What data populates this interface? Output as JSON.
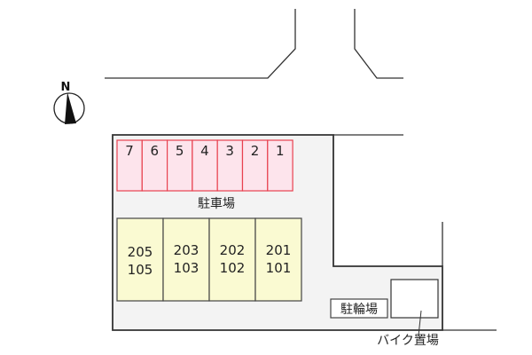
{
  "compass": {
    "label": "N"
  },
  "parking": {
    "label": "駐車場",
    "spaces": [
      "7",
      "6",
      "5",
      "4",
      "3",
      "2",
      "1"
    ],
    "color": "#fde4ec",
    "border": "#e8414f"
  },
  "buildings": {
    "units": [
      {
        "upper": "205",
        "lower": "105"
      },
      {
        "upper": "203",
        "lower": "103"
      },
      {
        "upper": "202",
        "lower": "102"
      },
      {
        "upper": "201",
        "lower": "101"
      }
    ],
    "color": "#fafad2"
  },
  "bicycle_parking": {
    "label": "駐輪場"
  },
  "motorcycle_parking": {
    "label": "バイク置場"
  },
  "site_color": "#f3f3f3"
}
